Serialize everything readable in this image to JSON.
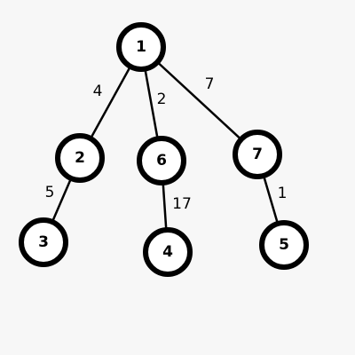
{
  "graph": {
    "nodes": [
      {
        "id": "1",
        "label": "1"
      },
      {
        "id": "2",
        "label": "2"
      },
      {
        "id": "6",
        "label": "6"
      },
      {
        "id": "7",
        "label": "7"
      },
      {
        "id": "3",
        "label": "3"
      },
      {
        "id": "4",
        "label": "4"
      },
      {
        "id": "5",
        "label": "5"
      }
    ],
    "edges": [
      {
        "from": "1",
        "to": "2",
        "weight": "4"
      },
      {
        "from": "1",
        "to": "6",
        "weight": "2"
      },
      {
        "from": "1",
        "to": "7",
        "weight": "7"
      },
      {
        "from": "2",
        "to": "3",
        "weight": "5"
      },
      {
        "from": "6",
        "to": "4",
        "weight": "17"
      },
      {
        "from": "7",
        "to": "5",
        "weight": "1"
      }
    ]
  }
}
